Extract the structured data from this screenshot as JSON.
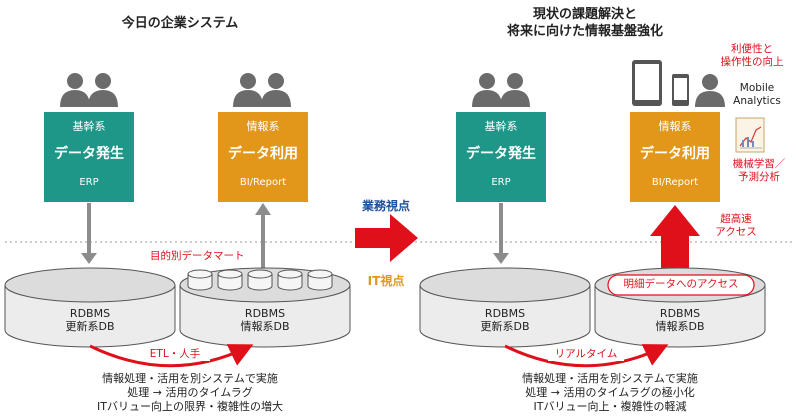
{
  "left": {
    "title": "今日の企業システム",
    "core_box": {
      "category": "基幹系",
      "role": "データ発生",
      "system": "ERP"
    },
    "info_box": {
      "category": "情報系",
      "role": "データ利用",
      "system": "BI/Report"
    },
    "mart_label": "目的別データマート",
    "db_update": {
      "line1": "RDBMS",
      "line2": "更新系DB"
    },
    "db_info": {
      "line1": "RDBMS",
      "line2": "情報系DB"
    },
    "transfer_label": "ETL・人手",
    "notes": [
      "情報処理・活用を別システムで実施",
      "処理 → 活用のタイムラグ",
      "ITバリュー向上の限界・複雑性の増大"
    ]
  },
  "middle": {
    "business_label": "業務視点",
    "it_label": "IT視点"
  },
  "right": {
    "title_line1": "現状の課題解決と",
    "title_line2": "将来に向けた情報基盤強化",
    "core_box": {
      "category": "基幹系",
      "role": "データ発生",
      "system": "ERP"
    },
    "info_box": {
      "category": "情報系",
      "role": "データ利用",
      "system": "BI/Report"
    },
    "usability_line1": "利便性と",
    "usability_line2": "操作性の向上",
    "mobile_line1": "Mobile",
    "mobile_line2": "Analytics",
    "ml_line1": "機械学習／",
    "ml_line2": "予測分析",
    "fast_line1": "超高速",
    "fast_line2": "アクセス",
    "detail_access_label": "明細データへのアクセス",
    "db_update": {
      "line1": "RDBMS",
      "line2": "更新系DB"
    },
    "db_info": {
      "line1": "RDBMS",
      "line2": "情報系DB"
    },
    "transfer_label": "リアルタイム",
    "notes": [
      "情報処理・活用を別システムで実施",
      "処理 → 活用のタイムラグの極小化",
      "ITバリュー向上・複雑性の軽減"
    ]
  },
  "colors": {
    "teal": "#1e9688",
    "orange": "#e2971a",
    "red": "#e0101a",
    "gray": "#8c8c8c",
    "person": "#6b6b6b",
    "db_fill": "#e6e6e6"
  },
  "icons": [
    "person-icon",
    "tablet-icon",
    "phone-icon",
    "chart-report-icon",
    "red-arrow-icon"
  ]
}
